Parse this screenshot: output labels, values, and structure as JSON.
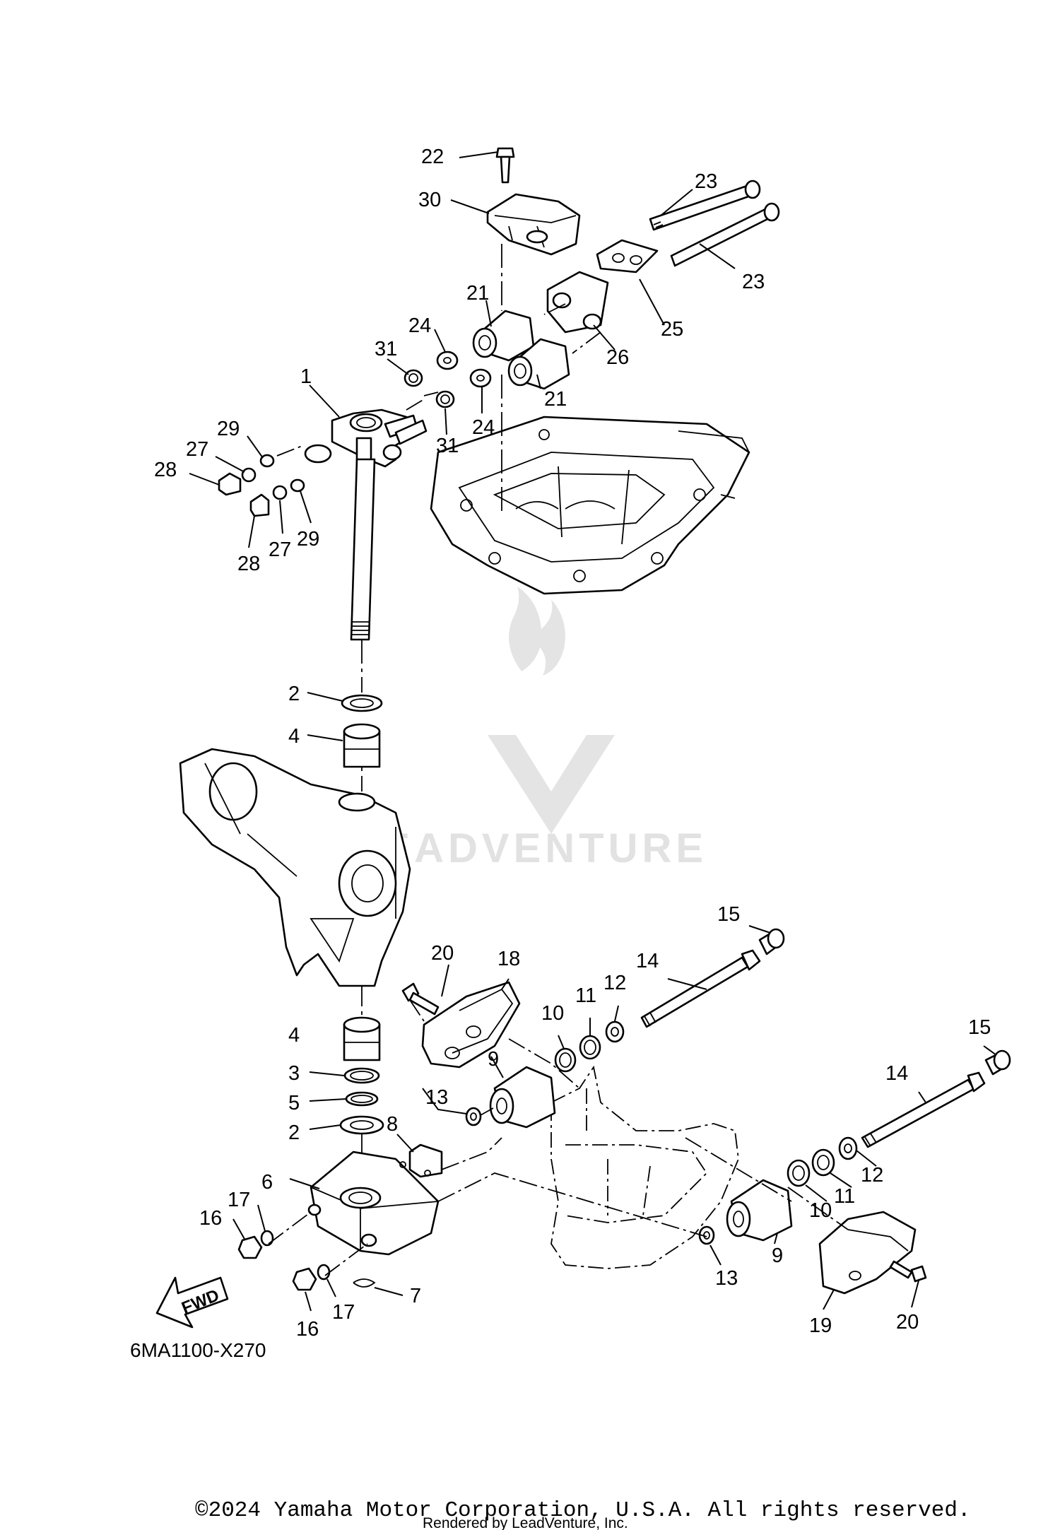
{
  "diagram": {
    "code": "6MA1100-X270",
    "fwd_label": "FWD",
    "watermark_text": "LEADVENTURE",
    "copyright": "©2024 Yamaha Motor Corporation, U.S.A. All rights reserved.",
    "rendered_by": "Rendered by LeadVenture, Inc.",
    "callouts": {
      "c1": "1",
      "c2a": "2",
      "c2b": "2",
      "c3": "3",
      "c4a": "4",
      "c4b": "4",
      "c5": "5",
      "c6": "6",
      "c7": "7",
      "c8": "8",
      "c9a": "9",
      "c9b": "9",
      "c10a": "10",
      "c10b": "10",
      "c11a": "11",
      "c11b": "11",
      "c12a": "12",
      "c12b": "12",
      "c13a": "13",
      "c13b": "13",
      "c14a": "14",
      "c14b": "14",
      "c15a": "15",
      "c15b": "15",
      "c16a": "16",
      "c16b": "16",
      "c17a": "17",
      "c17b": "17",
      "c18": "18",
      "c19": "19",
      "c20a": "20",
      "c20b": "20",
      "c21a": "21",
      "c21b": "21",
      "c22": "22",
      "c23a": "23",
      "c23b": "23",
      "c24a": "24",
      "c24b": "24",
      "c25": "25",
      "c26": "26",
      "c27a": "27",
      "c27b": "27",
      "c28a": "28",
      "c28b": "28",
      "c29a": "29",
      "c29b": "29",
      "c30": "30",
      "c31a": "31",
      "c31b": "31"
    }
  }
}
